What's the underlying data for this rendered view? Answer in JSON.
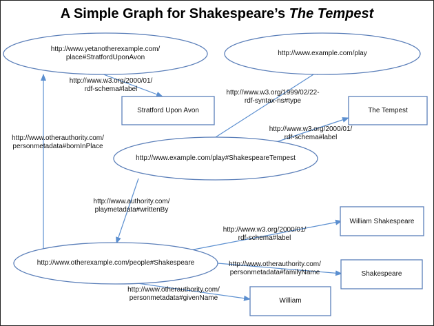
{
  "title": {
    "prefix": "A Simple Graph for Shakespeare’s ",
    "emph": "The Tempest"
  },
  "colors": {
    "ellipse_stroke": "#5b7fb9",
    "box_stroke": "#5b7fb9",
    "edge": "#5b8fd0",
    "text": "#111111",
    "frame": "#222222"
  },
  "nodes": {
    "stratford_uri": {
      "line1": "http://www.yetanotherexample.com/",
      "line2": "place#StratfordUponAvon"
    },
    "play_uri": {
      "line1": "http://www.example.com/play"
    },
    "tempest_uri": {
      "line1": "http://www.example.com/play#ShakespeareTempest"
    },
    "shakespeare_uri": {
      "line1": "http://www.otherexample.com/people#Shakespeare"
    },
    "stratford_label": {
      "line1": "Stratford Upon Avon"
    },
    "tempest_label": {
      "line1": "The Tempest"
    },
    "ws_label": {
      "line1": "William Shakespeare"
    },
    "family_label": {
      "line1": "Shakespeare"
    },
    "given_label": {
      "line1": "William"
    }
  },
  "edges": {
    "e_stratford_label": {
      "line1": "http://www.w3.org/2000/01/",
      "line2": "rdf-schema#label"
    },
    "e_type": {
      "line1": "http://www.w3.org/1999/02/22-",
      "line2": "rdf-syntax-ns#type"
    },
    "e_tempest_label": {
      "line1": "http://www.w3.org/2000/01/",
      "line2": "rdf-schema#label"
    },
    "e_born": {
      "line1": "http://www.otherauthority.com/",
      "line2": "personmetadata#bornInPlace"
    },
    "e_written": {
      "line1": "http://www.authority.com/",
      "line2": "playmetadata#writtenBy"
    },
    "e_ws_label": {
      "line1": "http://www.w3.org/2000/01/",
      "line2": "rdf-schema#label"
    },
    "e_family": {
      "line1": "http://www.otherauthority.com/",
      "line2": "personmetadata#familyName"
    },
    "e_given": {
      "line1": "http://www.otherauthority.com/",
      "line2": "personmetadata#givenName"
    }
  }
}
